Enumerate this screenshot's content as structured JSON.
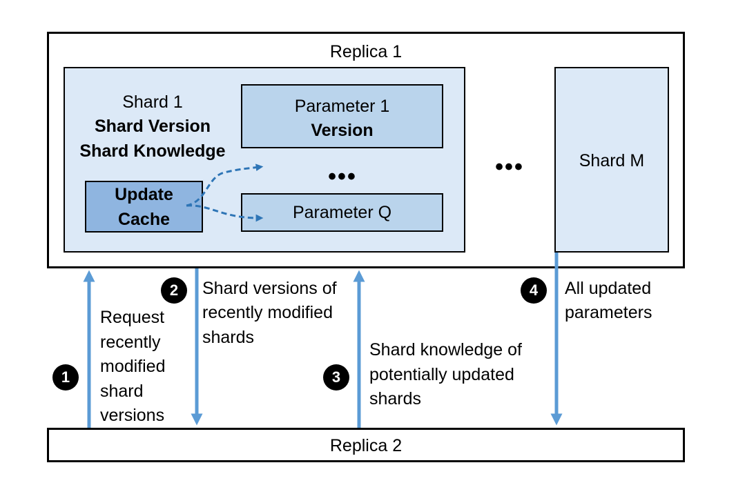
{
  "replica1": {
    "label": "Replica 1"
  },
  "replica2": {
    "label": "Replica 2"
  },
  "shard1": {
    "title": "Shard 1",
    "version": "Shard Version",
    "knowledge": "Shard Knowledge",
    "cache": {
      "line1": "Update",
      "line2": "Cache"
    },
    "param1": {
      "line1": "Parameter 1",
      "line2": "Version"
    },
    "ellipsis": "•••",
    "paramq": "Parameter Q"
  },
  "shards_ellipsis": "•••",
  "shardm": {
    "label": "Shard M"
  },
  "steps": [
    {
      "num": "1",
      "lines": [
        "Request",
        "recently",
        "modified",
        "shard",
        "versions"
      ]
    },
    {
      "num": "2",
      "lines": [
        "Shard versions of",
        "recently modified",
        "shards"
      ]
    },
    {
      "num": "3",
      "lines": [
        "Shard knowledge of",
        "potentially updated",
        "shards"
      ]
    },
    {
      "num": "4",
      "lines": [
        "All updated",
        "parameters"
      ]
    }
  ],
  "colors": {
    "arrow": "#5b9bd5",
    "dashed_arrow": "#2e75b6",
    "shard_fill": "#dce9f7",
    "param_fill": "#bad4ec",
    "cache_fill": "#8fb5e0"
  }
}
